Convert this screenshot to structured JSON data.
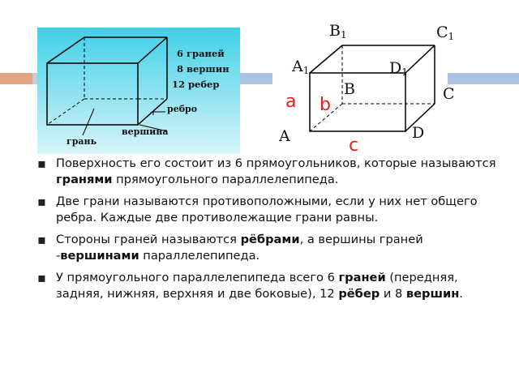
{
  "colors": {
    "panel_top": "#3fd0e8",
    "panel_bottom": "#d8f4fa",
    "stripe_orange": "#e2a382",
    "stripe_gray": "#c9ccd2",
    "stripe_blue": "#a8c4e2",
    "red_label": "#ee1c1c"
  },
  "left_figure": {
    "faces": "6 граней",
    "vertices": "8 вершин",
    "edges": "12 ребер",
    "edge_label": "ребро",
    "vertex_label": "вершина",
    "face_label": "грань"
  },
  "right_figure": {
    "vertices": {
      "b1": {
        "letter": "B",
        "sub": "1"
      },
      "c1": {
        "letter": "C",
        "sub": "1"
      },
      "a1": {
        "letter": "A",
        "sub": "1"
      },
      "d1": {
        "letter": "D",
        "sub": "1"
      },
      "b": "B",
      "c": "C",
      "a": "A",
      "d": "D"
    },
    "dims": {
      "a": "a",
      "b": "b",
      "c": "c"
    }
  },
  "bullets": [
    {
      "t1": "Поверхность его состоит из 6 прямоугольников, которые называются ",
      "b1": "гранями",
      "t2": " прямоугольного параллелепипеда."
    },
    {
      "t1": "Две грани называются противоположными, если у них нет общего ребра. Каждые две противолежащие грани равны."
    },
    {
      "t1": "Стороны граней называются ",
      "b1": "рёбрами",
      "t2": ", а вершины граней -",
      "b2": "вершинами",
      "t3": " параллелепипеда."
    },
    {
      "t1": "У прямоугольного параллелепипеда всего 6 ",
      "b1": "граней",
      "t2": " (передняя, задняя, нижняя, верхняя и две боковые), 12 ",
      "b2": "рёбер",
      "t3": " и 8 ",
      "b3": "вершин",
      "t4": "."
    }
  ]
}
